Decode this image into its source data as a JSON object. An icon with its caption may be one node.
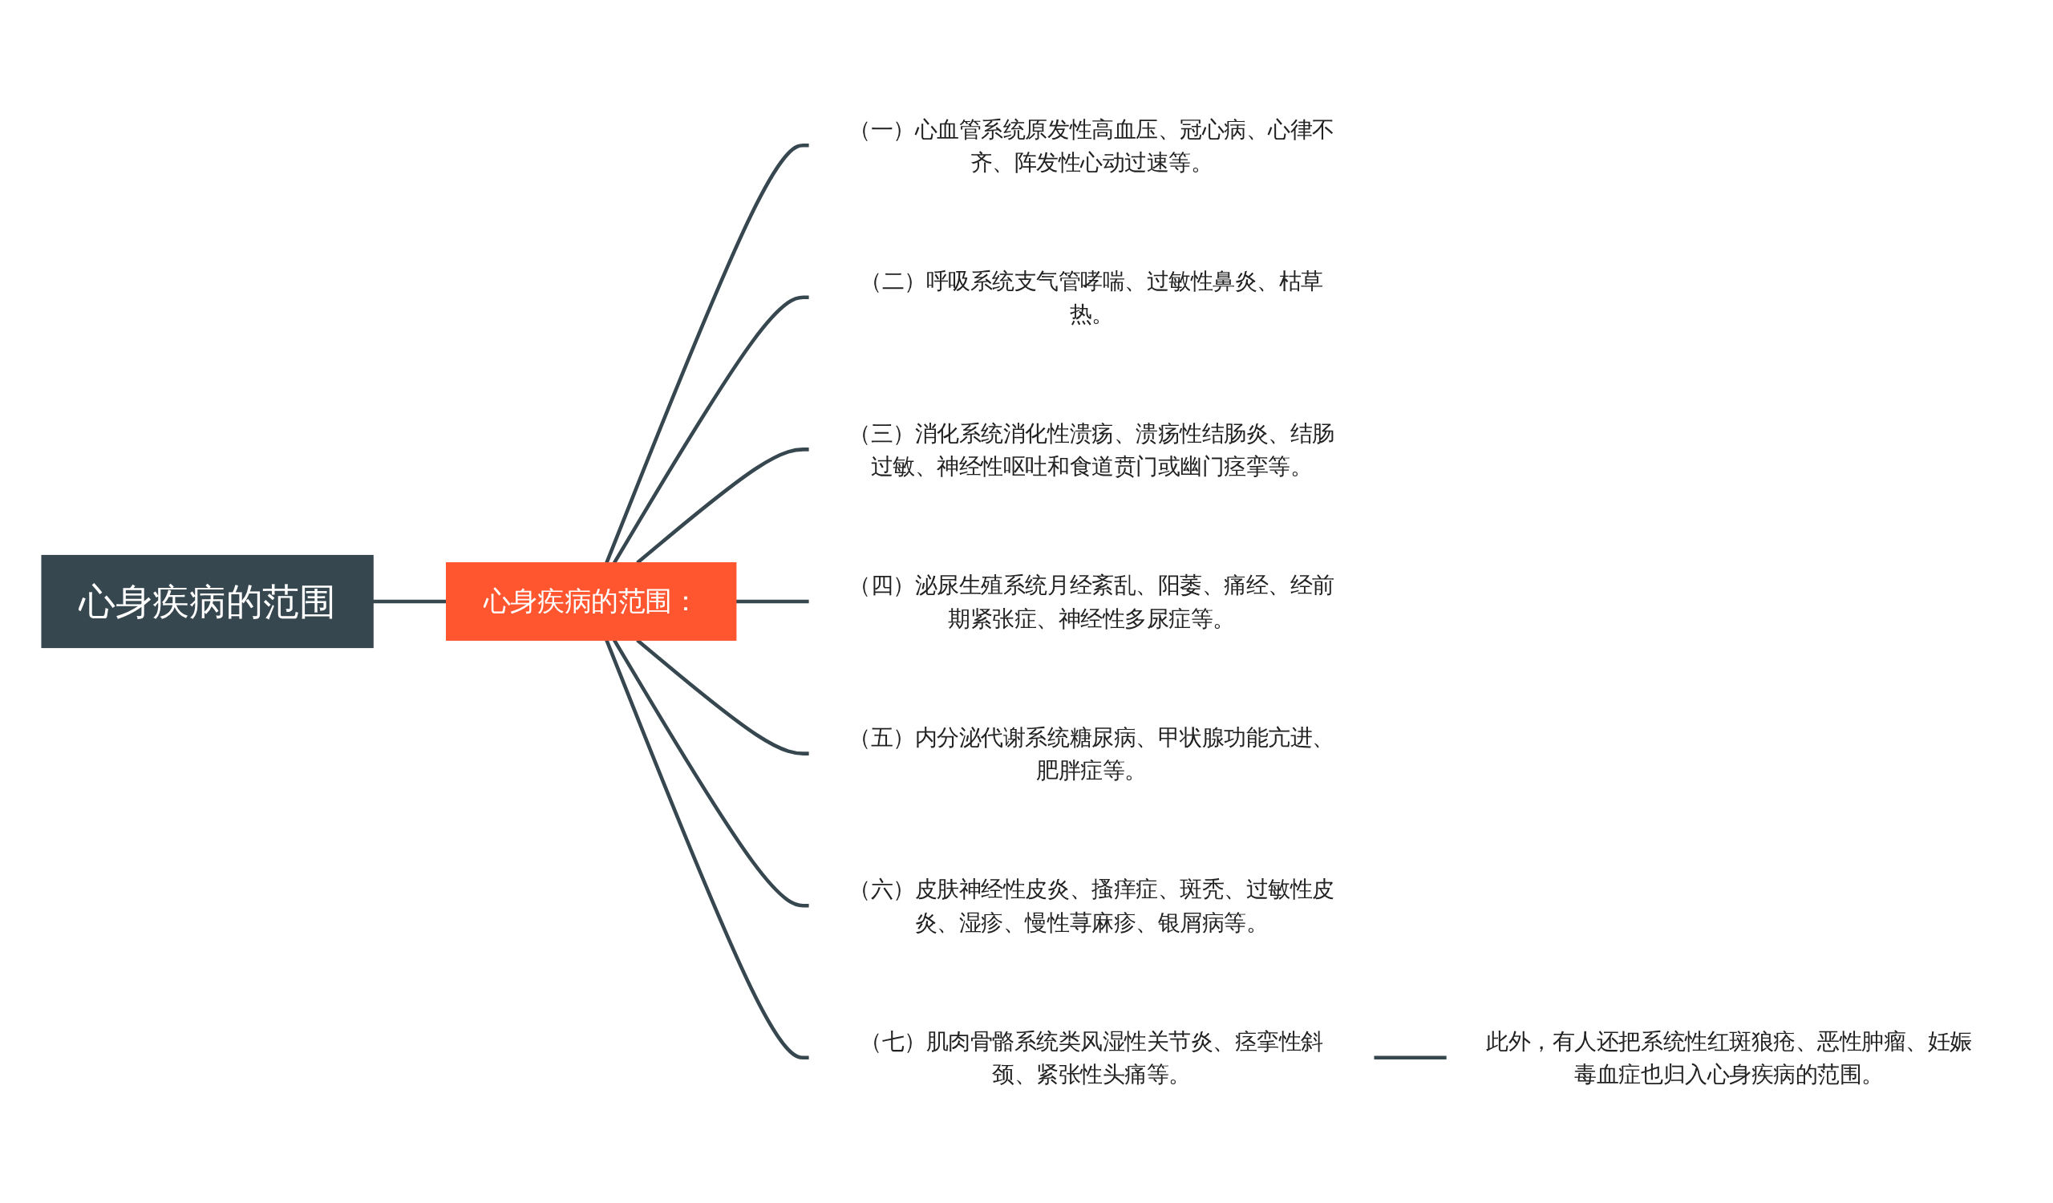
{
  "diagram": {
    "nodes": [
      {
        "text": [
          "心身疾病的范围"
        ]
      },
      {
        "text": [
          "心身疾病的范围："
        ]
      },
      {
        "text": [
          "（一）心血管系统原发性高血压、冠心病、心律不齐、阵发性心动过速等。"
        ]
      },
      {
        "text": [
          "（二）呼吸系统支气管哮喘、过敏性鼻炎、枯草热。"
        ]
      },
      {
        "text": [
          "（三）消化系统消化性溃疡、溃疡性结肠炎、结肠过敏、神经性呕吐和食道贲门或幽门痉挛等。"
        ]
      },
      {
        "text": [
          "（四）泌尿生殖系统月经紊乱、阳萎、痛经、经前期紧张症、神经性多尿症等。"
        ]
      },
      {
        "text": [
          "（五）内分泌代谢系统糖尿病、甲状腺功能亢进、肥胖症等。"
        ]
      },
      {
        "text": [
          "（六）皮肤神经性皮炎、搔痒症、斑秃、过敏性皮炎、湿疹、慢性荨麻疹、银屑病等。"
        ]
      },
      {
        "text": [
          "（七）肌肉骨骼系统类风湿性关节炎、痉挛性斜颈、紧张性头痛等。"
        ]
      },
      {
        "text": [
          "此外，有人还把系统性红斑狼疮、恶性肿瘤、妊娠毒血症也归入心身疾病的范围。"
        ]
      }
    ],
    "edges": [
      {
        "from": 0,
        "to": 1,
        "arrow": "none"
      },
      {
        "from": 1,
        "to": 2,
        "arrow": "none"
      },
      {
        "from": 1,
        "to": 3,
        "arrow": "none"
      },
      {
        "from": 1,
        "to": 4,
        "arrow": "none"
      },
      {
        "from": 1,
        "to": 5,
        "arrow": "none"
      },
      {
        "from": 1,
        "to": 6,
        "arrow": "none"
      },
      {
        "from": 1,
        "to": 7,
        "arrow": "none"
      },
      {
        "from": 1,
        "to": 8,
        "arrow": "none"
      },
      {
        "from": 8,
        "to": 9,
        "arrow": "none"
      }
    ]
  }
}
